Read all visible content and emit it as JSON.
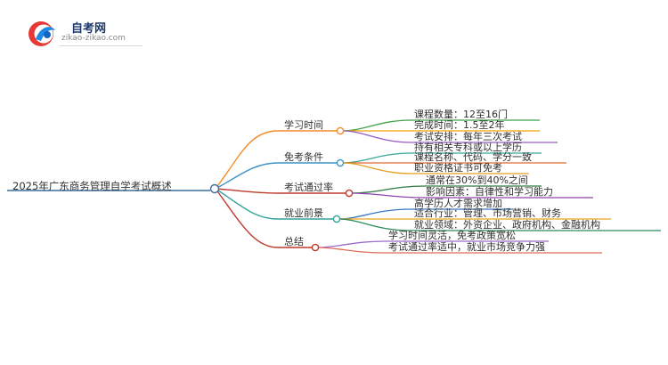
{
  "logo": {
    "title": "自考网",
    "subtitle": "zikao-zikao.com"
  },
  "root": {
    "label": "2025年广东商务管理自学考试概述"
  },
  "branches": [
    {
      "label": "学习时间",
      "color": "#f28c28",
      "children": [
        {
          "label": "课程数量：12至16门",
          "color": "#3fa44a"
        },
        {
          "label": "完成时间：1.5至2年",
          "color": "#f2a100"
        },
        {
          "label": "考试安排：每年三次考试",
          "color": "#9b5bc6"
        }
      ]
    },
    {
      "label": "免考条件",
      "color": "#3e94c6",
      "children": [
        {
          "label": "持有相关专科或以上学历",
          "color": "#36a89a"
        },
        {
          "label": "课程名称、代码、学分一致",
          "color": "#e26a2c"
        },
        {
          "label": "职业资格证书可免考",
          "color": "#e3a020"
        }
      ]
    },
    {
      "label": "考试通过率",
      "color": "#c0392b",
      "children": [
        {
          "label": "通常在30%到40%之间",
          "color": "#2f7a44"
        },
        {
          "label": "影响因素：自律性和学习能力",
          "color": "#8e44ad"
        }
      ]
    },
    {
      "label": "就业前景",
      "color": "#2fa39a",
      "children": [
        {
          "label": "高学历人才需求增加",
          "color": "#3a78c2"
        },
        {
          "label": "适合行业：管理、市场营销、财务",
          "color": "#e8a317"
        },
        {
          "label": "就业领域：外资企业、政府机构、金融机构",
          "color": "#2e8b57"
        }
      ]
    },
    {
      "label": "总结",
      "color": "#c0392b",
      "children": [
        {
          "label": "学习时间灵活，免考政策宽松",
          "color": "#9b6bc9"
        },
        {
          "label": "考试通过率适中，就业市场竞争力强",
          "color": "#e06b5b"
        }
      ]
    }
  ]
}
